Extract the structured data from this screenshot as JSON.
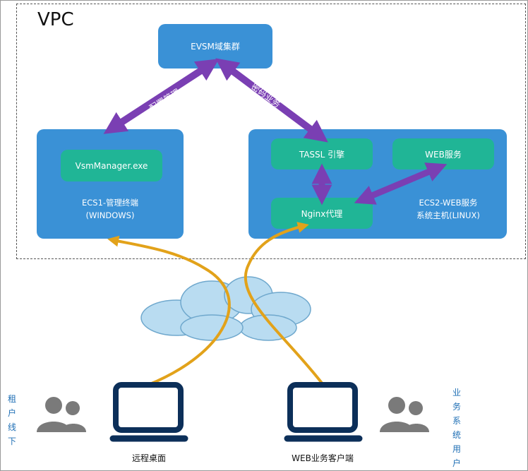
{
  "vpc_label": "VPC",
  "evsm": "EVSM域集群",
  "arrow_left_label": "配置管理",
  "arrow_right_label": "密码业务",
  "ecs1": {
    "app": "VsmManager.exe",
    "label": "ECS1-管理终端\n(WINDOWS)"
  },
  "ecs2": {
    "tassl": "TASSL 引擎",
    "web": "WEB服务",
    "nginx": "Nginx代理",
    "label": "ECS2-WEB服务\n系统主机(LINUX)"
  },
  "pc_left": "远程桌面",
  "pc_right": "WEB业务客户端",
  "user_left": "租户线下",
  "user_right": "业务系统用户",
  "colors": {
    "box": "#3a91d6",
    "inner": "#20b596",
    "purple": "#7a3fb3",
    "orange": "#e2a21a",
    "dark": "#0c2f59"
  }
}
